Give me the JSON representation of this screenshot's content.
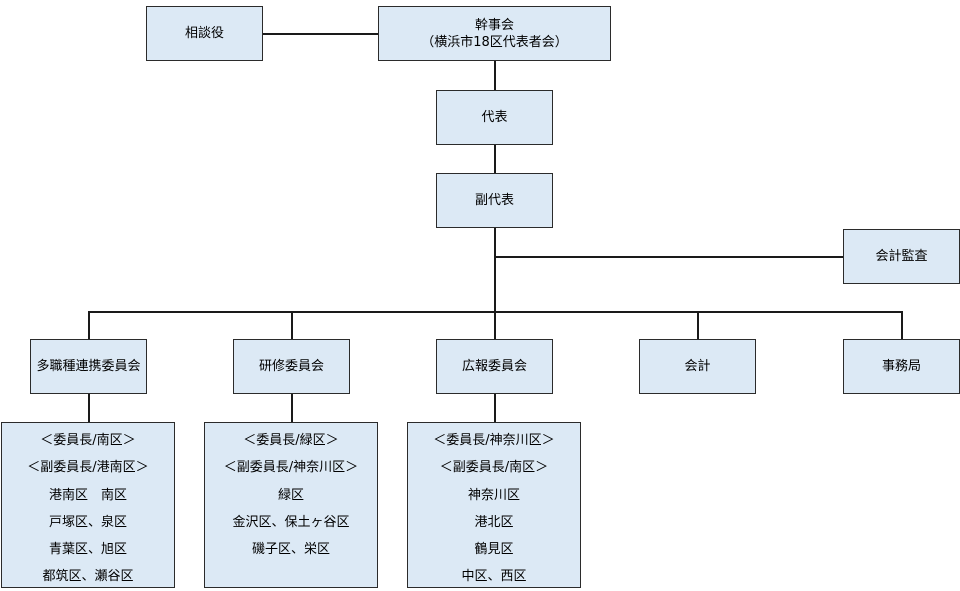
{
  "top": {
    "advisor": "相談役",
    "board_title": "幹事会",
    "board_subtitle": "（横浜市18区代表者会）",
    "representative": "代表",
    "vice_representative": "副代表",
    "auditor": "会計監査"
  },
  "departments": [
    {
      "name": "多職種連携委員会",
      "members": [
        "＜委員長/南区＞",
        "＜副委員長/港南区＞",
        "港南区　南区",
        "戸塚区、泉区",
        "青葉区、旭区",
        "都筑区、瀬谷区"
      ]
    },
    {
      "name": "研修委員会",
      "members": [
        "＜委員長/緑区＞",
        "＜副委員長/神奈川区＞",
        "緑区",
        "金沢区、保土ヶ谷区",
        "磯子区、栄区"
      ]
    },
    {
      "name": "広報委員会",
      "members": [
        "＜委員長/神奈川区＞",
        "＜副委員長/南区＞",
        "神奈川区",
        "港北区",
        "鶴見区",
        "中区、西区"
      ]
    },
    {
      "name": "会計",
      "members": []
    },
    {
      "name": "事務局",
      "members": []
    }
  ]
}
